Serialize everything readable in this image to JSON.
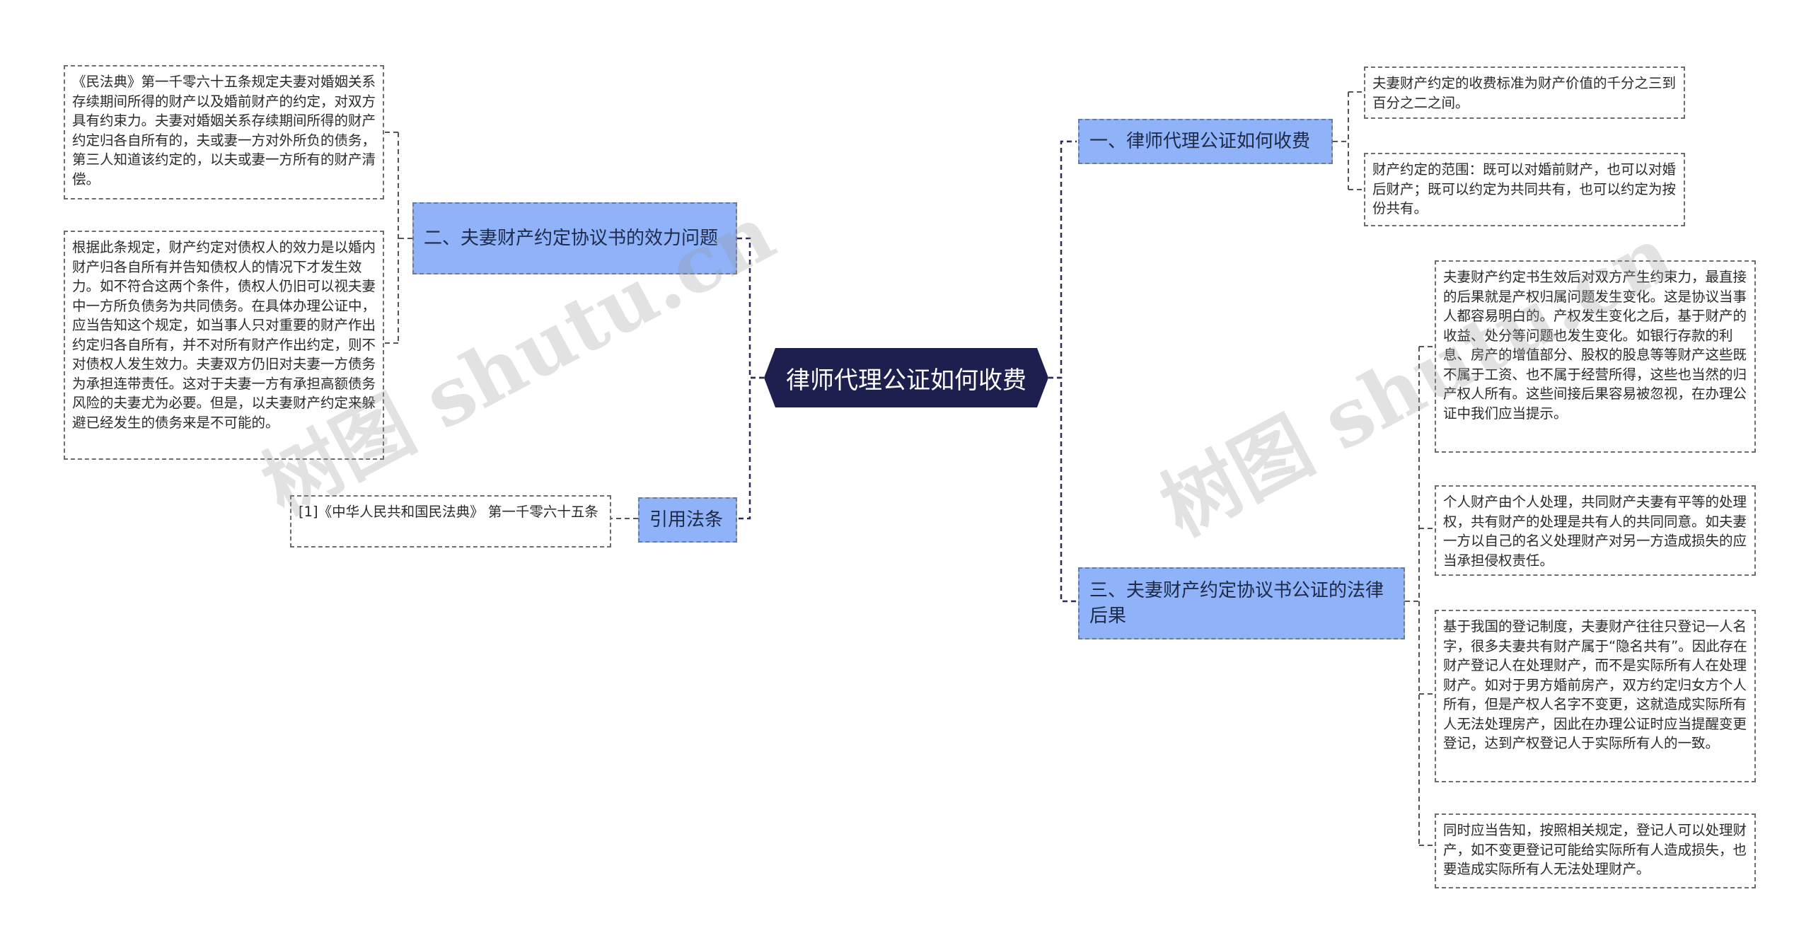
{
  "root": {
    "label": "律师代理公证如何收费"
  },
  "branches": {
    "b1": {
      "label": "一、律师代理公证如何收费"
    },
    "b2": {
      "label": "二、夫妻财产约定协议书的效力问题"
    },
    "b3": {
      "label": "三、夫妻财产约定协议书公证的法律后果"
    },
    "b4": {
      "label": "引用法条"
    }
  },
  "leaves": {
    "b1_l1": "夫妻财产约定的收费标准为财产价值的千分之三到百分之二之间。",
    "b1_l2": "财产约定的范围：既可以对婚前财产，也可以对婚后财产；既可以约定为共同共有，也可以约定为按份共有。",
    "b2_l1": "《民法典》第一千零六十五条规定夫妻对婚姻关系存续期间所得的财产以及婚前财产的约定，对双方具有约束力。夫妻对婚姻关系存续期间所得的财产约定归各自所有的，夫或妻一方对外所负的债务，第三人知道该约定的，以夫或妻一方所有的财产清偿。",
    "b2_l2": "根据此条规定，财产约定对债权人的效力是以婚内财产归各自所有并告知债权人的情况下才发生效力。如不符合这两个条件，债权人仍旧可以视夫妻中一方所负债务为共同债务。在具体办理公证中，应当告知这个规定，如当事人只对重要的财产作出约定归各自所有，并不对所有财产作出约定，则不对债权人发生效力。夫妻双方仍旧对夫妻一方债务为承担连带责任。这对于夫妻一方有承担高额债务风险的夫妻尤为必要。但是，以夫妻财产约定来躲避已经发生的债务来是不可能的。",
    "b3_l1": "夫妻财产约定书生效后对双方产生约束力，最直接的后果就是产权归属问题发生变化。这是协议当事人都容易明白的。产权发生变化之后，基于财产的收益、处分等问题也发生变化。如银行存款的利息、房产的增值部分、股权的股息等等财产这些既不属于工资、也不属于经营所得，这些也当然的归产权人所有。这些间接后果容易被忽视，在办理公证中我们应当提示。",
    "b3_l2": "个人财产由个人处理，共同财产夫妻有平等的处理权，共有财产的处理是共有人的共同同意。如夫妻一方以自己的名义处理财产对另一方造成损失的应当承担侵权责任。",
    "b3_l3": "基于我国的登记制度，夫妻财产往往只登记一人名字，很多夫妻共有财产属于“隐名共有”。因此存在财产登记人在处理财产，而不是实际所有人在处理财产。如对于男方婚前房产，双方约定归女方个人所有，但是产权人名字不变更，这就造成实际所有人无法处理房产，因此在办理公证时应当提醒变更登记，达到产权登记人于实际所有人的一致。",
    "b3_l4": "同时应当告知，按照相关规定，登记人可以处理财产，如不变更登记可能给实际所有人造成损失，也要造成实际所有人无法处理财产。",
    "b4_l1": "[1]《中华人民共和国民法典》 第一千零六十五条"
  },
  "watermark": {
    "text": "树图 shutu.cn"
  },
  "colors": {
    "root_bg": "#1d1f4f",
    "branch_bg": "#8fb2f8",
    "line": "#2b2d5a"
  }
}
